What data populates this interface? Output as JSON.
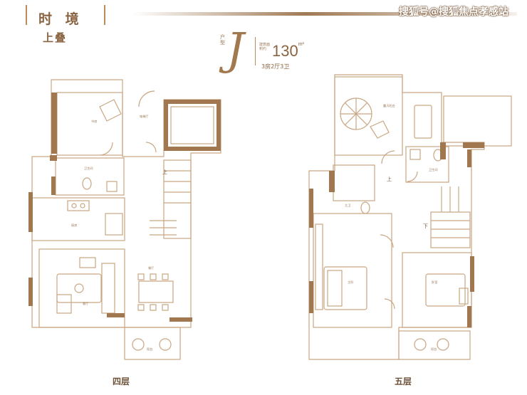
{
  "header": {
    "brand": "时 境",
    "subtitle": "上叠",
    "watermark": "搜狐号@搜狐焦点孝感站"
  },
  "unit": {
    "type_label": "户型",
    "letter": "J",
    "area_caption": "建筑面积约",
    "area": "130",
    "area_unit": "m²",
    "layout": "3房2厅3卫"
  },
  "floors": {
    "floor4": {
      "label": "四层",
      "rooms": {
        "bedroom": "书房",
        "elevator_hall": "电梯厅",
        "bath": "卫生间",
        "kitchen": "厨房",
        "living": "客厅",
        "dining": "餐厅",
        "balcony": "阳台",
        "up": "上"
      }
    },
    "floor5": {
      "label": "五层",
      "rooms": {
        "terrace": "露天阳台",
        "bath1": "主卫",
        "bath2": "卫生间",
        "master": "主卧",
        "bedroom2": "卧室",
        "balcony": "阳台",
        "up": "上",
        "down": "下"
      }
    }
  },
  "colors": {
    "wall_dark": "#a0774f",
    "wall_line": "#c9a783",
    "accent": "#b98c5e"
  }
}
